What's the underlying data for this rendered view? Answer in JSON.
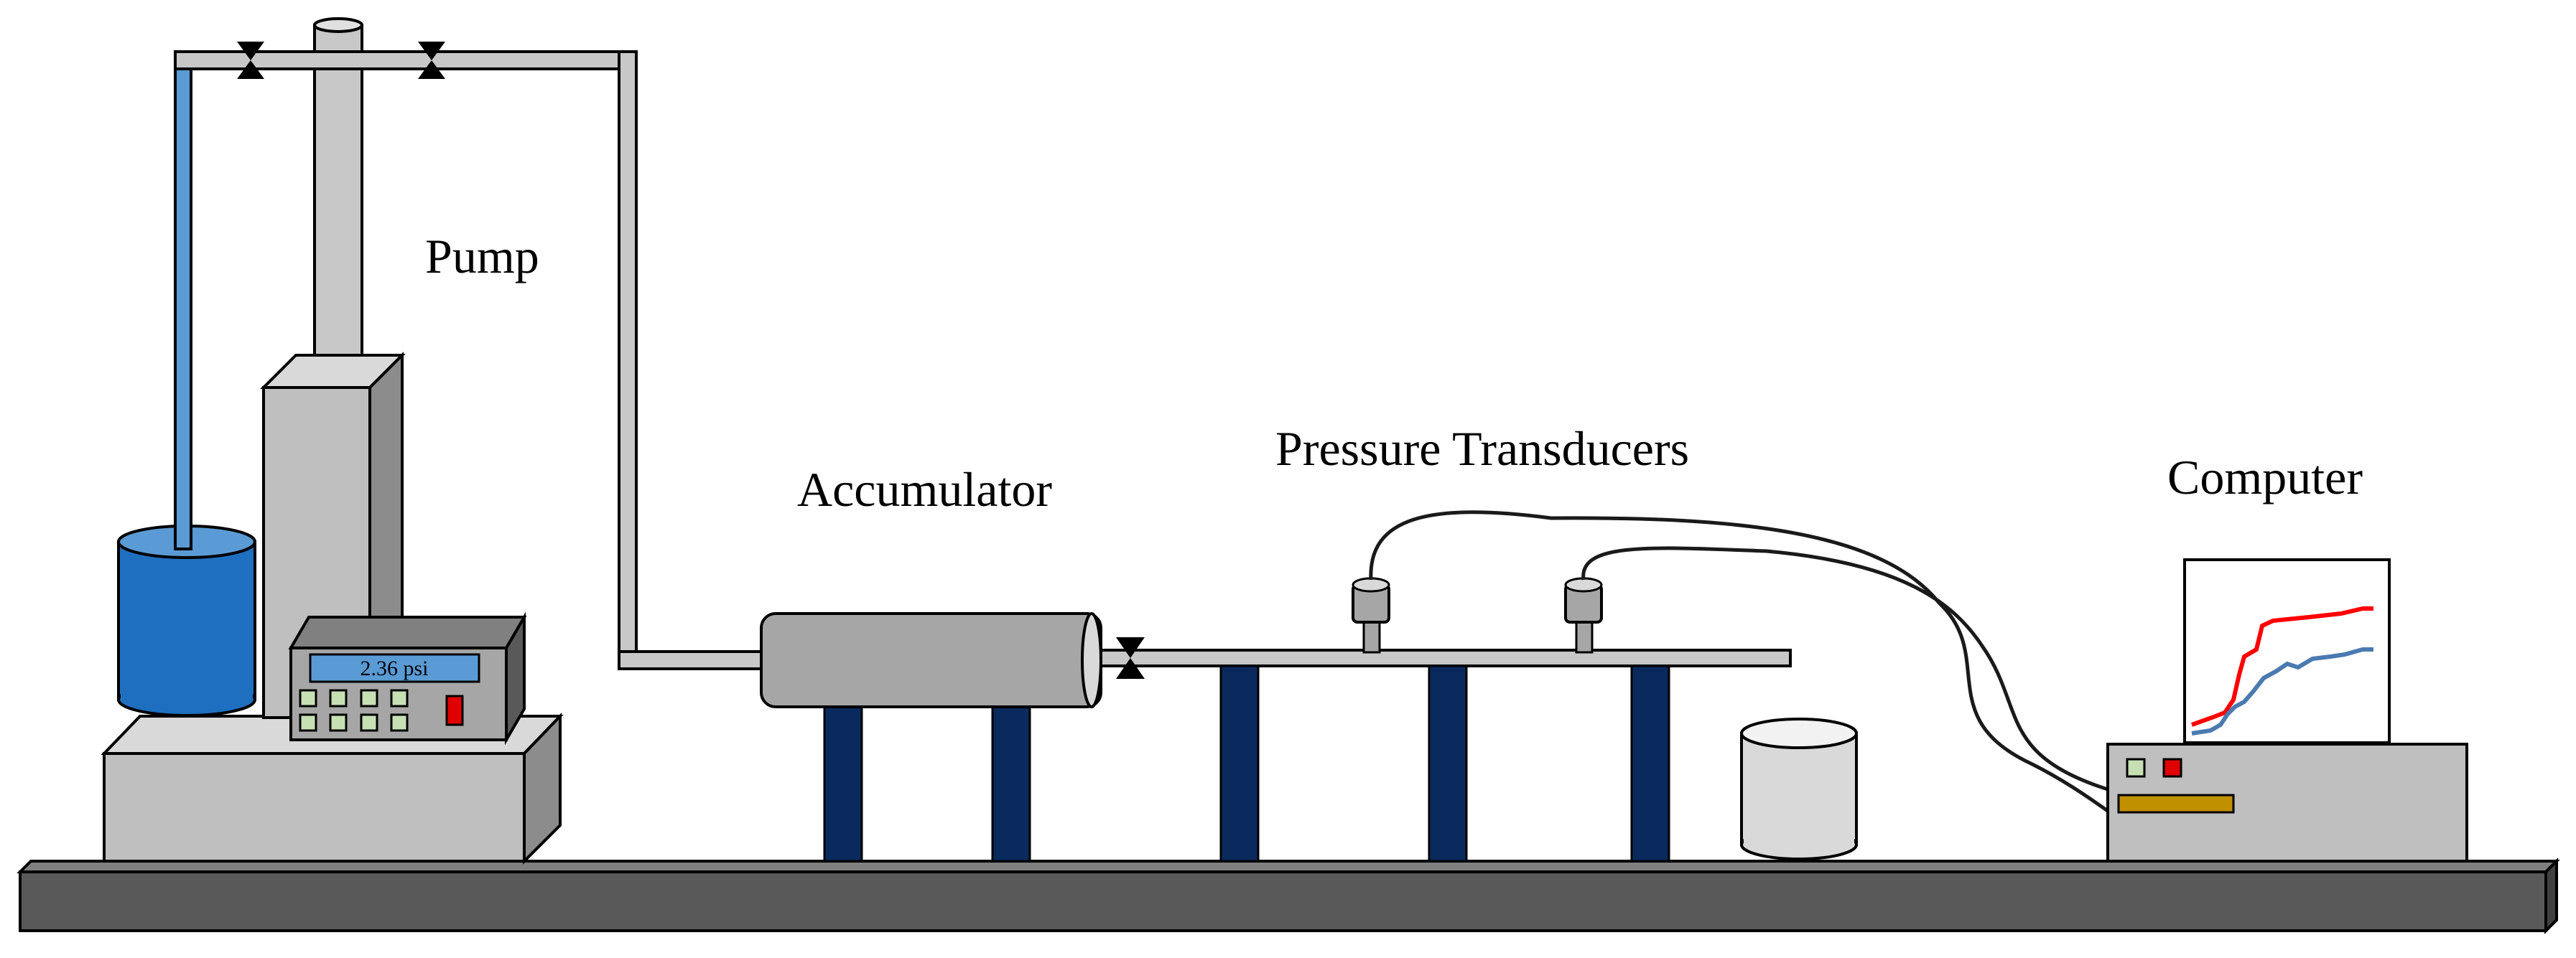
{
  "labels": {
    "pump": "Pump",
    "accumulator": "Accumulator",
    "pressure_transducers": "Pressure Transducers",
    "computer": "Computer"
  },
  "pump_display": {
    "reading": "2.36 psi"
  },
  "colors": {
    "pipe": "#c8c8c8",
    "reservoir_water": "#1f6fc0",
    "water_line": "#5b9bd5",
    "stand_legs": "#0a2a5e",
    "bench": "#595959",
    "display_screen": "#5b9bd5",
    "keypad_button": "#c6e0b4",
    "stop_button": "#e00000",
    "computer_led_green": "#c6e0b4",
    "computer_led_red": "#e00000",
    "computer_drive": "#c09000",
    "plot_line_red": "#ff0000",
    "plot_line_blue": "#4a7ab0"
  },
  "icons": [
    "valve-icon",
    "valve-icon",
    "valve-icon",
    "pressure-transducer-icon",
    "pressure-transducer-icon"
  ]
}
